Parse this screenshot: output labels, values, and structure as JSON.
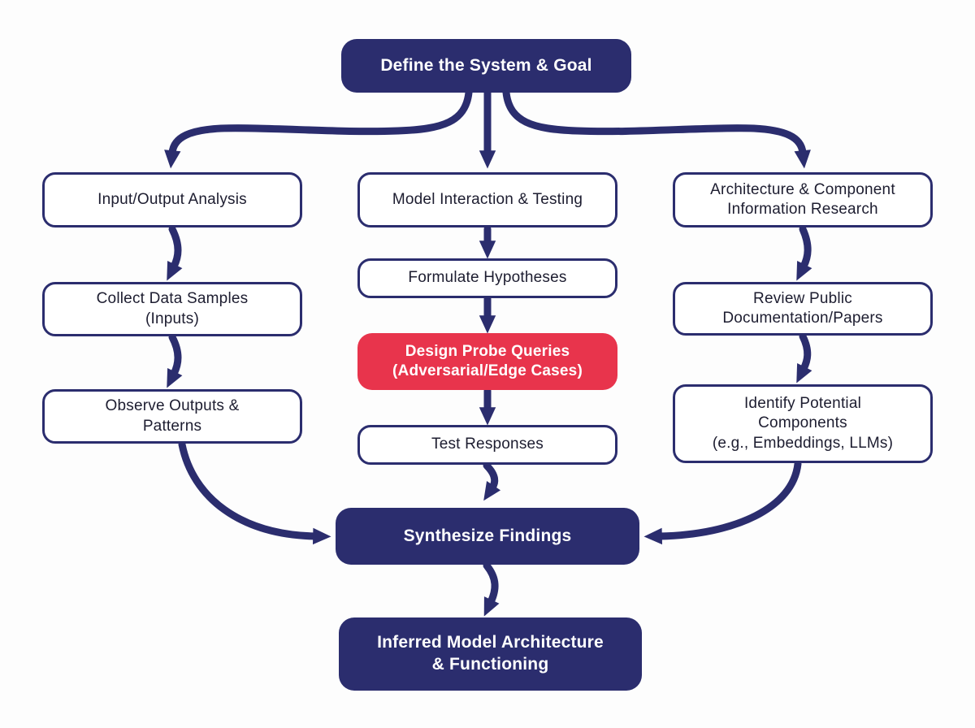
{
  "colors": {
    "navy": "#2b2d6e",
    "red": "#e8344c",
    "text_dark": "#1d1d30",
    "background": "#fdfdfd",
    "box_bg": "#ffffff"
  },
  "nodes": {
    "define": {
      "label": "Define the System & Goal"
    },
    "io_analysis": {
      "label": "Input/Output Analysis"
    },
    "collect_data": {
      "label": "Collect Data Samples\n(Inputs)"
    },
    "observe_outputs": {
      "label": "Observe Outputs &\nPatterns"
    },
    "model_interaction": {
      "label": "Model Interaction & Testing"
    },
    "formulate_hypotheses": {
      "label": "Formulate Hypotheses"
    },
    "design_probe": {
      "label": "Design Probe Queries\n(Adversarial/Edge Cases)"
    },
    "test_responses": {
      "label": "Test Responses"
    },
    "arch_research": {
      "label": "Architecture & Component\nInformation Research"
    },
    "review_docs": {
      "label": "Review Public\nDocumentation/Papers"
    },
    "identify_components": {
      "label": "Identify Potential\nComponents\n(e.g., Embeddings, LLMs)"
    },
    "synthesize": {
      "label": "Synthesize Findings"
    },
    "inferred": {
      "label": "Inferred Model Architecture\n& Functioning"
    }
  },
  "edges": [
    {
      "from": "define",
      "to": "io_analysis"
    },
    {
      "from": "define",
      "to": "model_interaction"
    },
    {
      "from": "define",
      "to": "arch_research"
    },
    {
      "from": "io_analysis",
      "to": "collect_data"
    },
    {
      "from": "collect_data",
      "to": "observe_outputs"
    },
    {
      "from": "model_interaction",
      "to": "formulate_hypotheses"
    },
    {
      "from": "formulate_hypotheses",
      "to": "design_probe"
    },
    {
      "from": "design_probe",
      "to": "test_responses"
    },
    {
      "from": "arch_research",
      "to": "review_docs"
    },
    {
      "from": "review_docs",
      "to": "identify_components"
    },
    {
      "from": "observe_outputs",
      "to": "synthesize"
    },
    {
      "from": "test_responses",
      "to": "synthesize"
    },
    {
      "from": "identify_components",
      "to": "synthesize"
    },
    {
      "from": "synthesize",
      "to": "inferred"
    }
  ]
}
